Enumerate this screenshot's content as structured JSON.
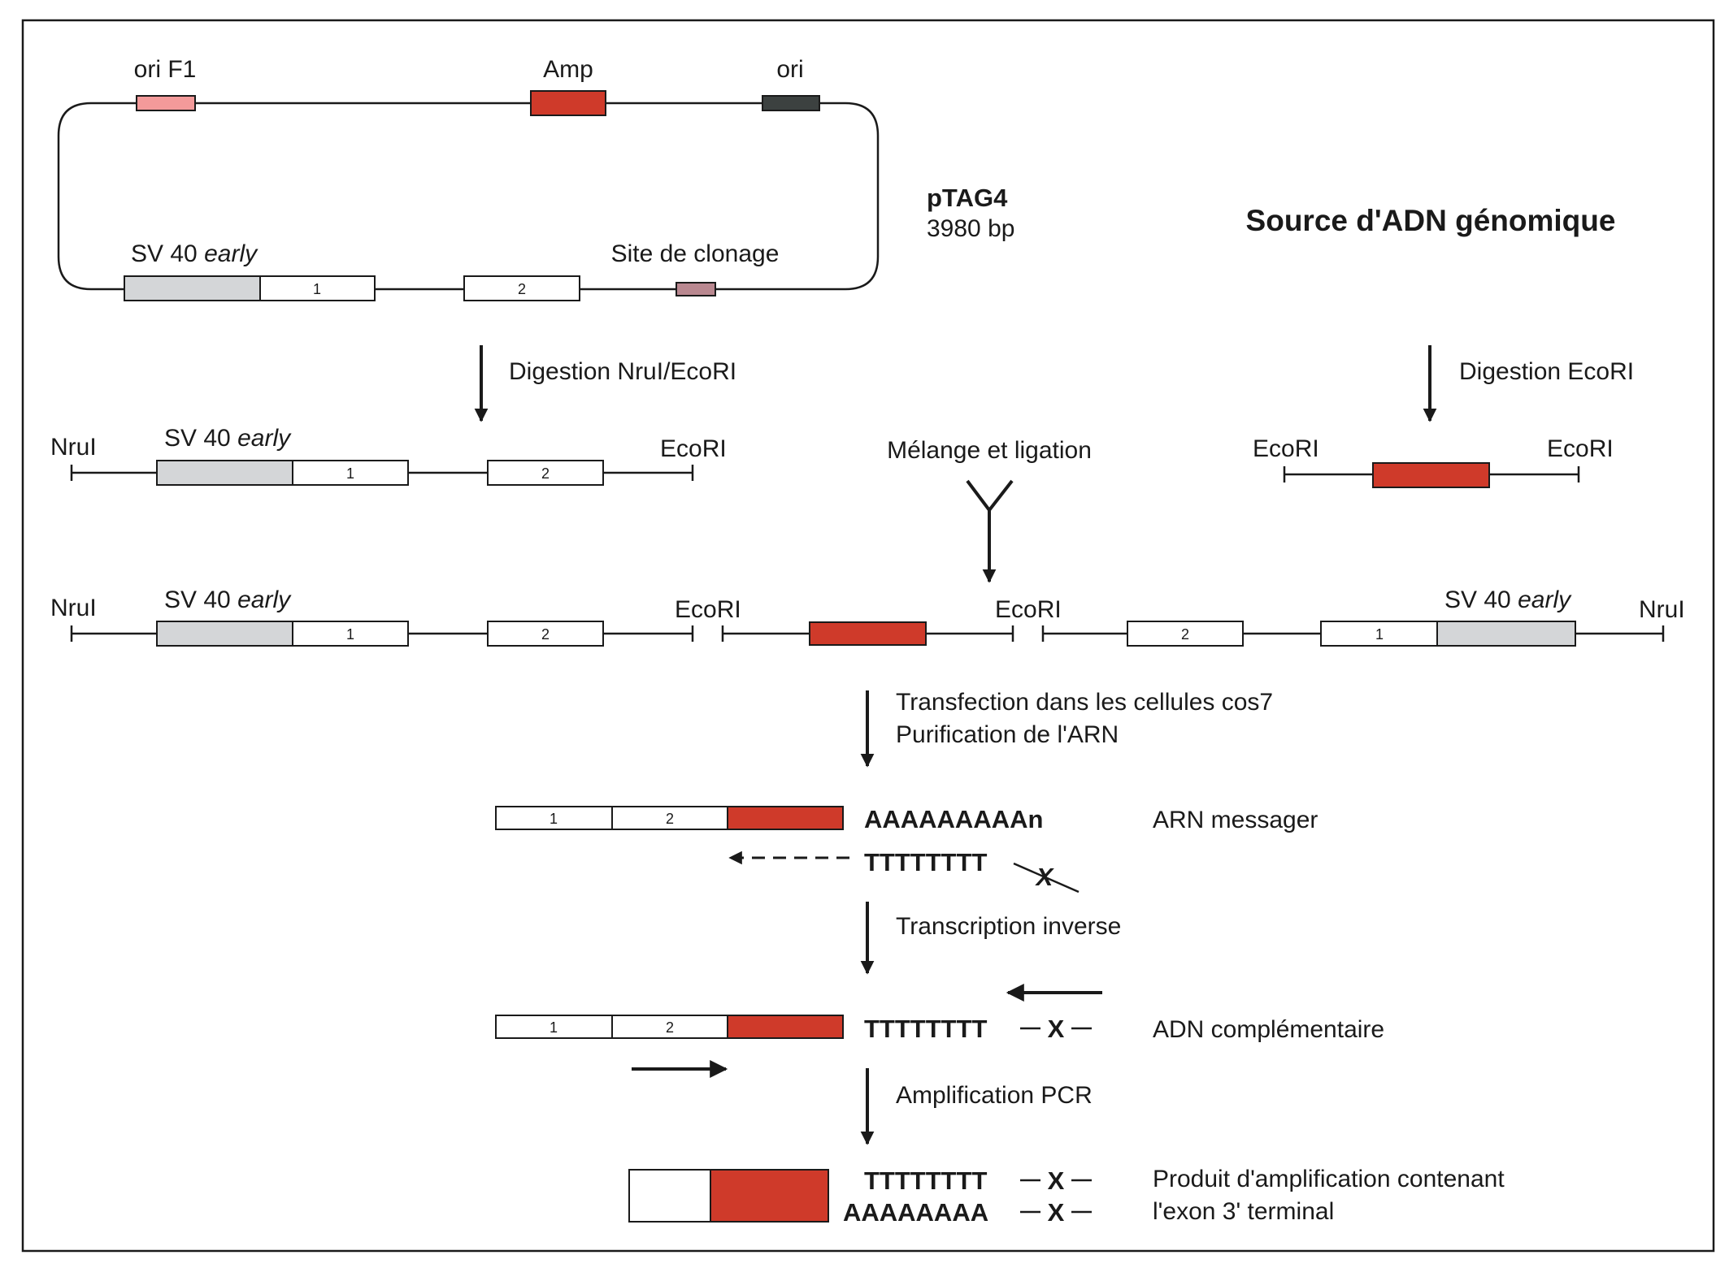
{
  "plasmid": {
    "name": "pTAG4",
    "size": "3980 bp",
    "labels": {
      "ori_f1": "ori F1",
      "amp": "Amp",
      "ori": "ori",
      "sv40": "SV 40",
      "sv40_italic": "early",
      "cloning_site": "Site de clonage",
      "exon1": "1",
      "exon2": "2"
    }
  },
  "genomic_title": "Source d'ADN génomique",
  "steps": {
    "digestion_nrui_ecori": "Digestion NruI/EcoRI",
    "digestion_ecori": "Digestion EcoRI",
    "mix_ligation": "Mélange et ligation",
    "transfection": "Transfection dans les cellules cos7",
    "purification": "Purification de l'ARN",
    "reverse_transcription": "Transcription inverse",
    "pcr": "Amplification PCR"
  },
  "sites": {
    "nrui": "NruI",
    "ecori": "EcoRI"
  },
  "products": {
    "mrna_label": "ARN messager",
    "polyA": "AAAAAAAAAn",
    "oligoT": "TTTTTTTT",
    "x_marker": "X",
    "cdna_label": "ADN complémentaire",
    "final_label_line1": "Produit d'amplification contenant",
    "final_label_line2": "l'exon 3' terminal",
    "final_polyA": "AAAAAAAA"
  },
  "colors": {
    "exon_red": "#cf3a2a",
    "sv40_grey": "#d4d6d8",
    "ori_f1_pink": "#f39a9a",
    "ori_dark": "#3c4140",
    "cloning_site_mauve": "#b98890"
  }
}
